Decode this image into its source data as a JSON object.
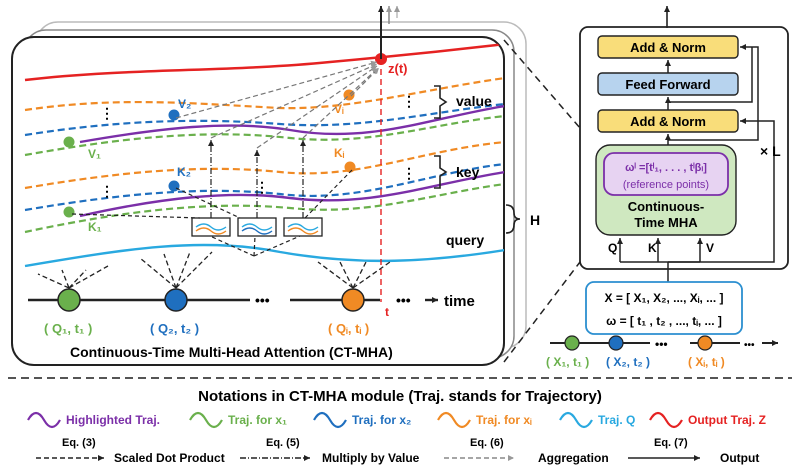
{
  "colors": {
    "highlighted": "#7b2fa8",
    "x1": "#6ab04c",
    "x2": "#1f6fbf",
    "xi": "#f08a24",
    "q": "#29a9e0",
    "z": "#e52222",
    "box_yellow": "#f9dd7a",
    "box_blue": "#b7d3ee",
    "box_green": "#cfe8c0",
    "input_border": "#2b8fd0"
  },
  "ctmha": {
    "title": "Continuous-Time Multi-Head Attention (CT-MHA)",
    "z_label": "z(t)",
    "t_label": "t",
    "value_label": "value",
    "key_label": "key",
    "query_label": "query",
    "time_label": "time",
    "h_label": "H",
    "dots": "⋮",
    "hdots": "•••",
    "v1": "V₁",
    "v2": "V₂",
    "vi": "Vᵢ",
    "k1": "K₁",
    "k2": "K₂",
    "ki": "Kᵢ",
    "q1": "( Q₁, t₁ )",
    "q2": "( Q₂, t₂ )",
    "qi": "( Qᵢ, tᵢ )"
  },
  "encoder": {
    "add_norm_top": "Add & Norm",
    "feed_forward": "Feed Forward",
    "add_norm_mid": "Add & Norm",
    "omega": "ωˡ =[tˡ₁, . . . , tˡβₗ]",
    "ref_points": "(reference points)",
    "mha_line1": "Continuous-",
    "mha_line2": "Time MHA",
    "q": "Q",
    "k": "K",
    "v": "V",
    "times_l": "× L"
  },
  "input": {
    "x_eq": "X = [ X₁, X₂, ..., Xᵢ, ... ]",
    "w_eq": "ω = [ t₁ , t₂ , ..., tᵢ, ... ]",
    "x1": "( X₁, t₁ )",
    "x2": "( X₂, t₂ )",
    "xi": "( Xᵢ, tᵢ )",
    "hdots": "•••"
  },
  "legend": {
    "title": "Notations in CT-MHA module (Traj. stands for Trajectory)",
    "traj": [
      {
        "label": "Highlighted Traj."
      },
      {
        "label": "Traj. for x₁"
      },
      {
        "label": "Traj. for x₂"
      },
      {
        "label": "Traj. for xᵢ"
      },
      {
        "label": "Traj. Q"
      },
      {
        "label": "Output Traj. Z"
      }
    ],
    "ops": [
      {
        "eq": "Eq. (3)",
        "label": "Scaled Dot Product"
      },
      {
        "eq": "Eq. (5)",
        "label": "Multiply by Value"
      },
      {
        "eq": "Eq. (6)",
        "label": "Aggregation"
      },
      {
        "eq": "Eq. (7)",
        "label": "Output"
      }
    ]
  }
}
